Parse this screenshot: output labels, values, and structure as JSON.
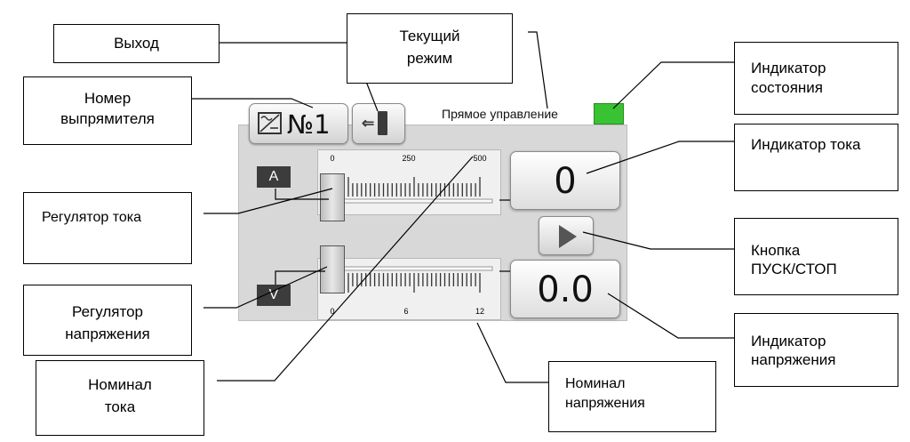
{
  "panel": {
    "rectifier_number": "№1",
    "mode_text": "Прямое управление",
    "state_color": "#39c232",
    "current": {
      "unit": "A",
      "scale_labels": [
        "0",
        "250",
        "500"
      ],
      "readout": "0"
    },
    "voltage": {
      "unit": "V",
      "scale_labels": [
        "0",
        "6",
        "12"
      ],
      "readout": "0.0"
    }
  },
  "callouts": {
    "exit": [
      "Выход"
    ],
    "mode": [
      "Текущий",
      "режим"
    ],
    "number": [
      "Номер",
      "выпрямителя"
    ],
    "state": [
      "Индикатор",
      "состояния"
    ],
    "current_indicator": [
      "Индикатор тока"
    ],
    "current_regulator": [
      "Регулятор тока"
    ],
    "start_stop": [
      "Кнопка",
      "ПУСК/СТОП"
    ],
    "voltage_regulator": [
      "Регулятор",
      "напряжения"
    ],
    "voltage_indicator": [
      "Индикатор",
      "напряжения"
    ],
    "current_nominal": [
      "Номинал",
      "тока"
    ],
    "voltage_nominal": [
      "Номинал",
      "напряжения"
    ]
  },
  "icons": {
    "rectifier": "rectifier-icon",
    "exit": "exit-icon",
    "play": "play-icon"
  }
}
